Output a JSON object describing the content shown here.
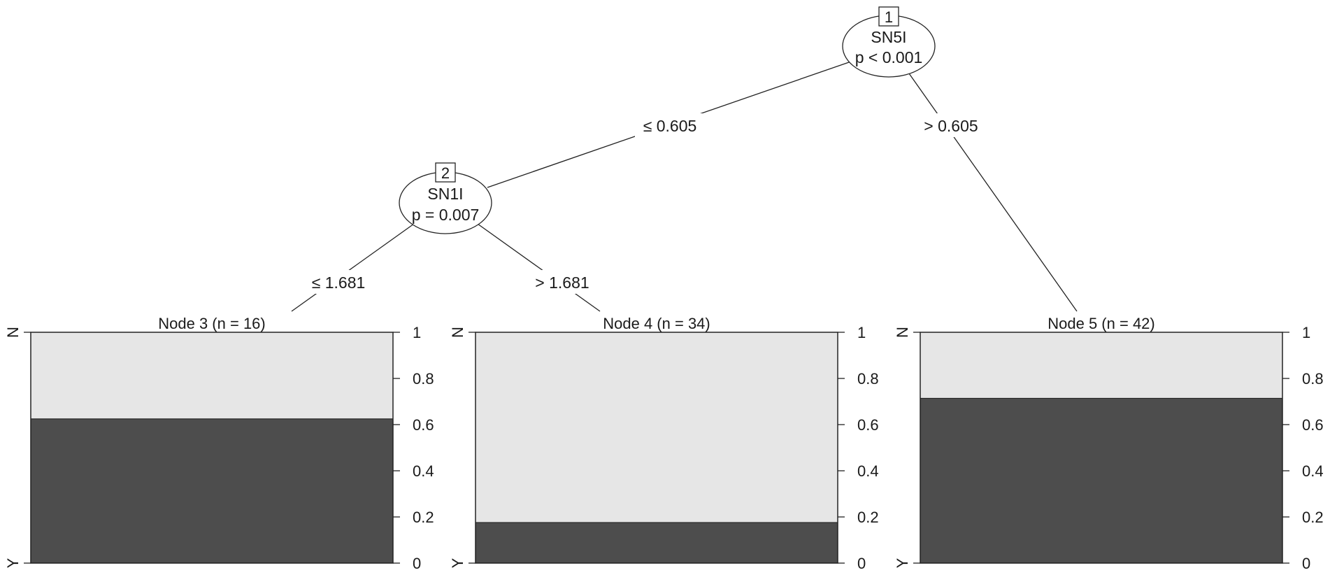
{
  "inner_nodes": [
    {
      "id": "1",
      "variable": "SN5I",
      "pvalue": "p < 0.001"
    },
    {
      "id": "2",
      "variable": "SN1I",
      "pvalue": "p = 0.007"
    }
  ],
  "edges": [
    {
      "from": "1",
      "to": "2",
      "label": "≤ 0.605"
    },
    {
      "from": "1",
      "to": "5",
      "label": "> 0.605"
    },
    {
      "from": "2",
      "to": "3",
      "label": "≤ 1.681"
    },
    {
      "from": "2",
      "to": "4",
      "label": "> 1.681"
    }
  ],
  "chart_data": {
    "type": "bar",
    "stacked": true,
    "categories": [
      "Node 3 (n = 16)",
      "Node 4 (n = 34)",
      "Node 5 (n = 42)"
    ],
    "series": [
      {
        "name": "Y",
        "values": [
          0.625,
          0.176,
          0.714
        ],
        "color": "#4d4d4d"
      },
      {
        "name": "N",
        "values": [
          0.375,
          0.824,
          0.286
        ],
        "color": "#e6e6e6"
      }
    ],
    "category_axis_labels": [
      "Y",
      "N"
    ],
    "ylim": [
      0,
      1
    ],
    "yticks": [
      "0",
      "0.2",
      "0.4",
      "0.6",
      "0.8",
      "1"
    ]
  }
}
